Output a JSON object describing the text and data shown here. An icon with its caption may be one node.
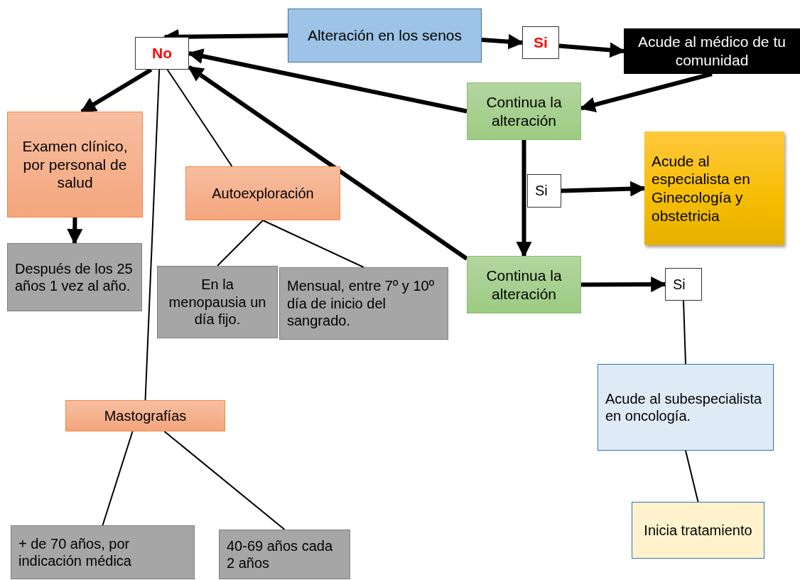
{
  "diagram": {
    "nodes": [
      {
        "text": [
          "Alteración en los senos"
        ]
      },
      {
        "text": [
          "No"
        ]
      },
      {
        "text": [
          "Si"
        ]
      },
      {
        "text": [
          "Acude al médico de tu comunidad"
        ]
      },
      {
        "text": [
          "Continua la alteración"
        ]
      },
      {
        "text": [
          "Si"
        ]
      },
      {
        "text": [
          "Acude al especialista en Ginecología y obstetricia"
        ]
      },
      {
        "text": [
          "Continua la alteración"
        ]
      },
      {
        "text": [
          "Si"
        ]
      },
      {
        "text": [
          "Examen clínico, por personal de salud"
        ]
      },
      {
        "text": [
          "Después de los 25 años 1 vez al año."
        ]
      },
      {
        "text": [
          "Autoexploración"
        ]
      },
      {
        "text": [
          "En la menopausia un día fijo."
        ]
      },
      {
        "text": [
          "Mensual, entre 7º y 10º día de inicio del sangrado."
        ]
      },
      {
        "text": [
          "Mastografías"
        ]
      },
      {
        "text": [
          "+ de 70 años, por indicación médica"
        ]
      },
      {
        "text": [
          "40-69 años cada 2 años"
        ]
      },
      {
        "text": [
          "Acude al subespecialista en oncología."
        ]
      },
      {
        "text": [
          "Inicia tratamiento"
        ]
      }
    ],
    "edges": [
      {
        "from": 0,
        "to": 1,
        "arrow": "to"
      },
      {
        "from": 0,
        "to": 2,
        "arrow": "to"
      },
      {
        "from": 2,
        "to": 3,
        "arrow": "to"
      },
      {
        "from": 3,
        "to": 4,
        "arrow": "to"
      },
      {
        "from": 4,
        "to": 1,
        "arrow": "to"
      },
      {
        "from": 7,
        "to": 1,
        "arrow": "to"
      },
      {
        "from": 1,
        "to": 9,
        "arrow": "to"
      },
      {
        "from": 1,
        "to": 11,
        "arrow": "none"
      },
      {
        "from": 1,
        "to": 14,
        "arrow": "none"
      },
      {
        "from": 4,
        "to": 7,
        "arrow": "to"
      },
      {
        "from": 5,
        "to": 6,
        "arrow": "to"
      },
      {
        "from": 7,
        "to": 8,
        "arrow": "to"
      },
      {
        "from": 9,
        "to": 10,
        "arrow": "to"
      },
      {
        "from": 11,
        "to": 12,
        "arrow": "none"
      },
      {
        "from": 11,
        "to": 13,
        "arrow": "none"
      },
      {
        "from": 14,
        "to": 15,
        "arrow": "none"
      },
      {
        "from": 14,
        "to": 16,
        "arrow": "none"
      },
      {
        "from": 8,
        "to": 17,
        "arrow": "none"
      },
      {
        "from": 17,
        "to": 18,
        "arrow": "none"
      }
    ]
  }
}
